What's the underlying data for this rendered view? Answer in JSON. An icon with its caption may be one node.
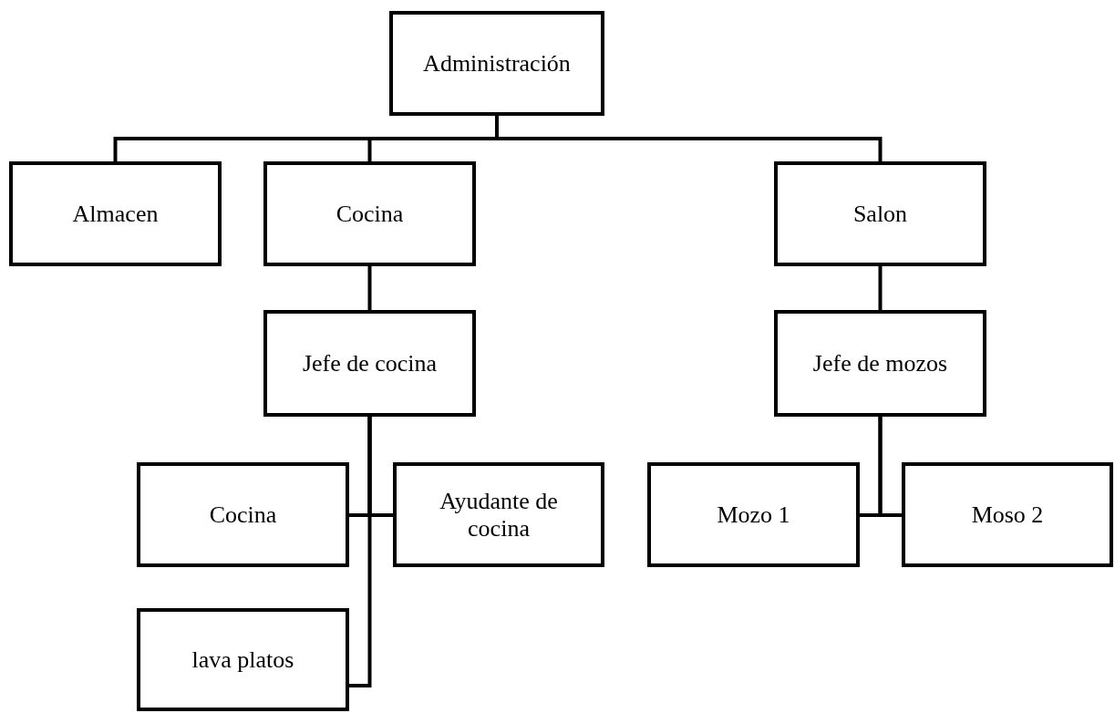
{
  "diagram": {
    "nodes": [
      {
        "text": [
          "Administración"
        ]
      },
      {
        "text": [
          "Almacen"
        ]
      },
      {
        "text": [
          "Cocina"
        ]
      },
      {
        "text": [
          "Salon"
        ]
      },
      {
        "text": [
          "Jefe de cocina"
        ]
      },
      {
        "text": [
          "Jefe de mozos"
        ]
      },
      {
        "text": [
          "Cocina"
        ]
      },
      {
        "text": [
          "Ayudante de cocina"
        ]
      },
      {
        "text": [
          "lava platos"
        ]
      },
      {
        "text": [
          "Mozo 1"
        ]
      },
      {
        "text": [
          "Moso 2"
        ]
      }
    ],
    "edges": [
      {
        "from": 0,
        "to": 1,
        "arrow": "none"
      },
      {
        "from": 0,
        "to": 2,
        "arrow": "none"
      },
      {
        "from": 0,
        "to": 3,
        "arrow": "none"
      },
      {
        "from": 2,
        "to": 4,
        "arrow": "none"
      },
      {
        "from": 3,
        "to": 5,
        "arrow": "none"
      },
      {
        "from": 4,
        "to": 6,
        "arrow": "none"
      },
      {
        "from": 4,
        "to": 7,
        "arrow": "none"
      },
      {
        "from": 4,
        "to": 8,
        "arrow": "none"
      },
      {
        "from": 5,
        "to": 9,
        "arrow": "none"
      },
      {
        "from": 5,
        "to": 10,
        "arrow": "none"
      }
    ]
  }
}
